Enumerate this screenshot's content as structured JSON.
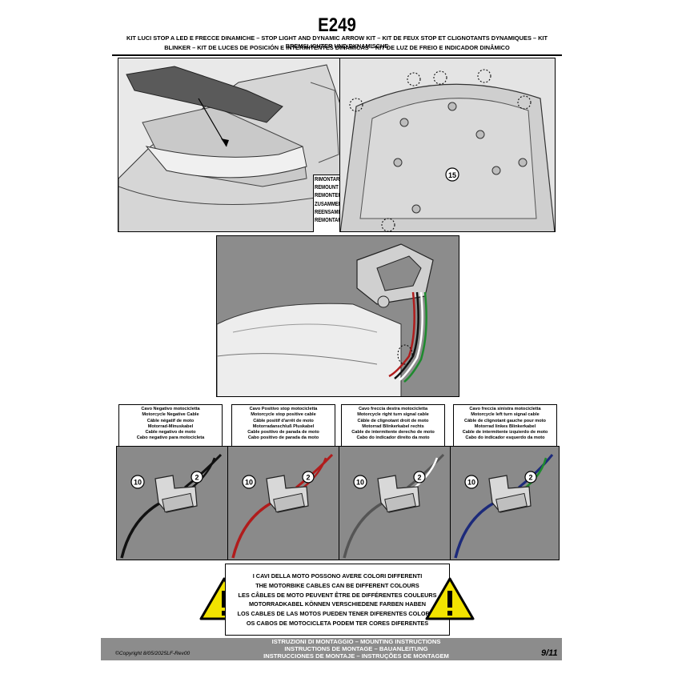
{
  "header": {
    "code": "E249",
    "subtitle_line1": "KIT LUCI STOP A LED E FRECCE DINAMICHE – STOP LIGHT AND DYNAMIC ARROW KIT – KIT DE FEUX STOP ET CLIGNOTANTS DYNAMIQUES – KIT BREMSLICHTER UND DYNAMISCHE",
    "subtitle_line2": "BLINKER – KIT DE LUCES DE POSICIÓN E INTERMITENTES DINÁMICAS – KIT DE LUZ DE FREIO E INDICADOR DINÂMICO"
  },
  "remount": [
    "RIMONTARE",
    "REMOUNT",
    "REMONTER",
    "ZUSAMMENBAUEN",
    "REENSAMBLAR",
    "REMONTAR"
  ],
  "callouts": {
    "part15": "15",
    "part10": "10",
    "part2": "2"
  },
  "cables": [
    {
      "lines": [
        "Cavo Negativo motocicletta",
        "Motorcycle Negative Cable",
        "Câble négatif de moto",
        "Motorrad-Minuskabel",
        "Cable negativo de moto",
        "Cabo negativo para motocicleta"
      ],
      "wire_color": "#111111"
    },
    {
      "lines": [
        "Cavo Positivo stop motocicletta",
        "Motorcycle stop positive cable",
        "Câble positif d'arrêt de moto",
        "Motorradanschluß Pluskabel",
        "Cable positivo de parada de moto",
        "Cabo positivo de parada da moto"
      ],
      "wire_color": "#b01c1c"
    },
    {
      "lines": [
        "Cavo freccia destra motocicletta",
        "Motorcycle right turn signal cable",
        "Câble de clignotant droit de moto",
        "Motorrad Blinkerkabel rechts",
        "Cable de intermitente derecho de moto",
        "Cabo do indicador direito da moto"
      ],
      "wire_color": "#555555"
    },
    {
      "lines": [
        "Cavo freccia sinistra motocicletta",
        "Motorcycle left turn signal cable",
        "Câble de clignotant gauche pour moto",
        "Motorrad linkes Blinkerkabel",
        "Cable de intermitente izquierdo de moto",
        "Cabo do indicador esquerdo da moto"
      ],
      "wire_color": "#1c2a7a"
    }
  ],
  "second_wire_colors": [
    "#111111",
    "#b01c1c",
    "#ffffff",
    "#1e8a2e"
  ],
  "warning": [
    "I CAVI DELLA MOTO POSSONO AVERE COLORI DIFFERENTI",
    "THE MOTORBIKE CABLES CAN BE DIFFERENT COLOURS",
    "LES CÂBLES DE MOTO PEUVENT ÊTRE DE DIFFÉRENTES COULEURS",
    "MOTORRADKABEL KÖNNEN VERSCHIEDENE FARBEN HABEN",
    "LOS CABLES DE LAS MOTOS PUEDEN TENER DIFERENTES COLORES",
    "OS CABOS DE MOTOCICLETA PODEM TER CORES DIFERENTES"
  ],
  "footer": {
    "copyright": "©Copyright 8/05/2025LF-Rev00",
    "line1": "ISTRUZIONI DI MONTAGGIO  –  MOUNTING INSTRUCTIONS",
    "line2": "INSTRUCTIONS DE MONTAGE – BAUANLEITUNG",
    "line3": "INSTRUCCIONES DE MONTAJE – INSTRUÇÕES DE MONTAGEM",
    "page": "9/11"
  },
  "colors": {
    "warning_yellow": "#f2e300",
    "panel_gray": "#8a8a8a",
    "footer_gray": "#8c8c8c"
  }
}
